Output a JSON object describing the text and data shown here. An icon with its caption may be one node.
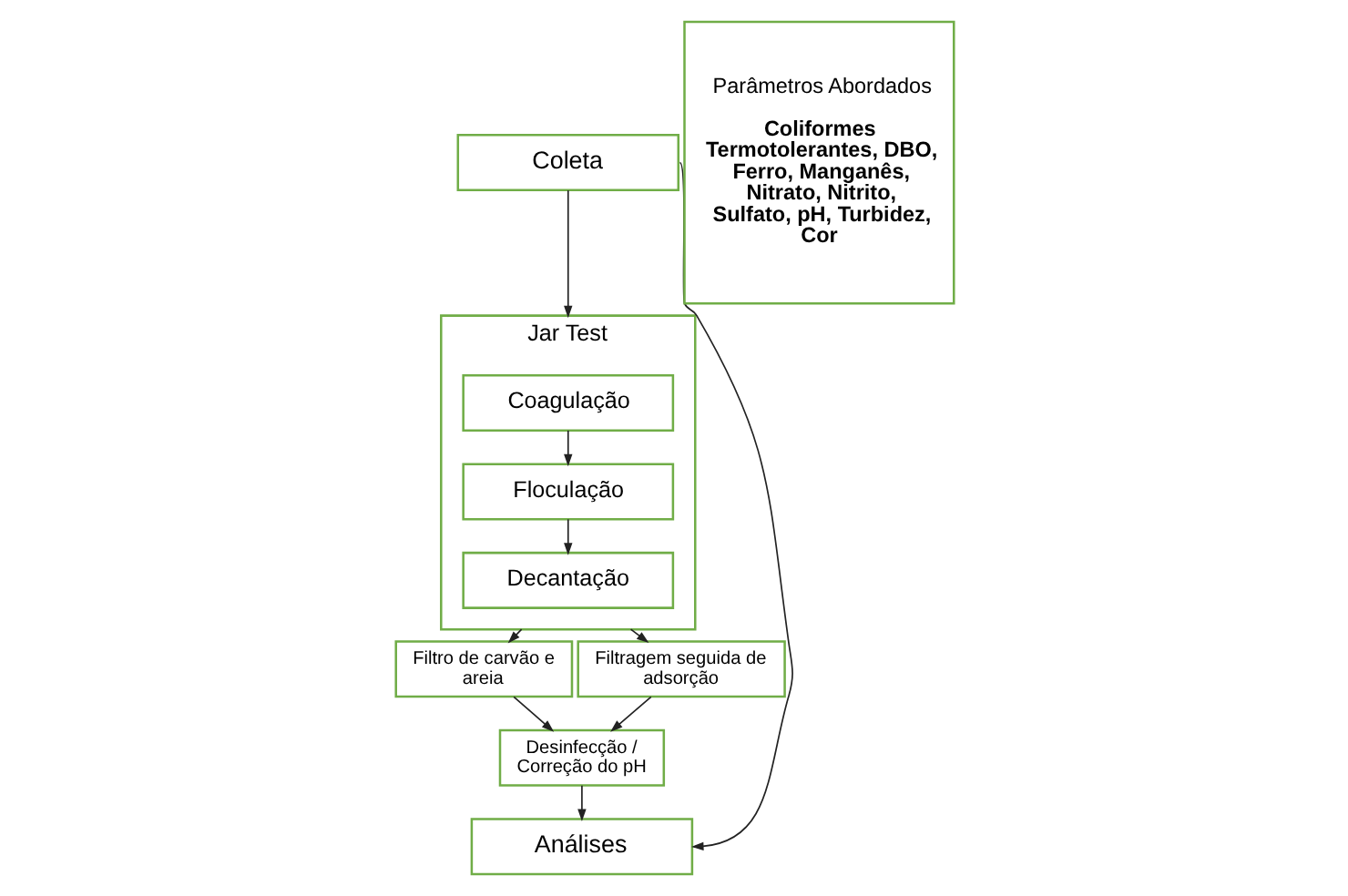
{
  "diagram": {
    "nodes": [
      {
        "text": [
          "Coleta"
        ]
      },
      {
        "text": [
          "Jar Test"
        ]
      },
      {
        "text": [
          "Coagulação"
        ],
        "in": 1
      },
      {
        "text": [
          "Floculação"
        ],
        "in": 1
      },
      {
        "text": [
          "Decantação"
        ],
        "in": 1
      },
      {
        "text": [
          "Filtro de carvão e areia"
        ]
      },
      {
        "text": [
          "Filtragem seguida de adsorção"
        ]
      },
      {
        "text": [
          "Desinfecção / Correção do pH"
        ]
      },
      {
        "text": [
          "Análises"
        ]
      },
      {
        "text": [
          "Parâmetros Abordados",
          "Coliformes Termotolerantes, DBO, Ferro, Manganês, Nitrato, Nitrito, Sulfato, pH, Turbidez, Cor"
        ]
      }
    ],
    "edges": [
      {
        "from": 0,
        "to": 1,
        "arrow": "to"
      },
      {
        "from": 2,
        "to": 3,
        "arrow": "to"
      },
      {
        "from": 3,
        "to": 4,
        "arrow": "to"
      },
      {
        "from": 1,
        "to": 5,
        "arrow": "to"
      },
      {
        "from": 1,
        "to": 6,
        "arrow": "to"
      },
      {
        "from": 5,
        "to": 7,
        "arrow": "to"
      },
      {
        "from": 6,
        "to": 7,
        "arrow": "to"
      },
      {
        "from": 7,
        "to": 8,
        "arrow": "to"
      },
      {
        "from": 0,
        "to": 8,
        "arrow": "to"
      }
    ]
  }
}
